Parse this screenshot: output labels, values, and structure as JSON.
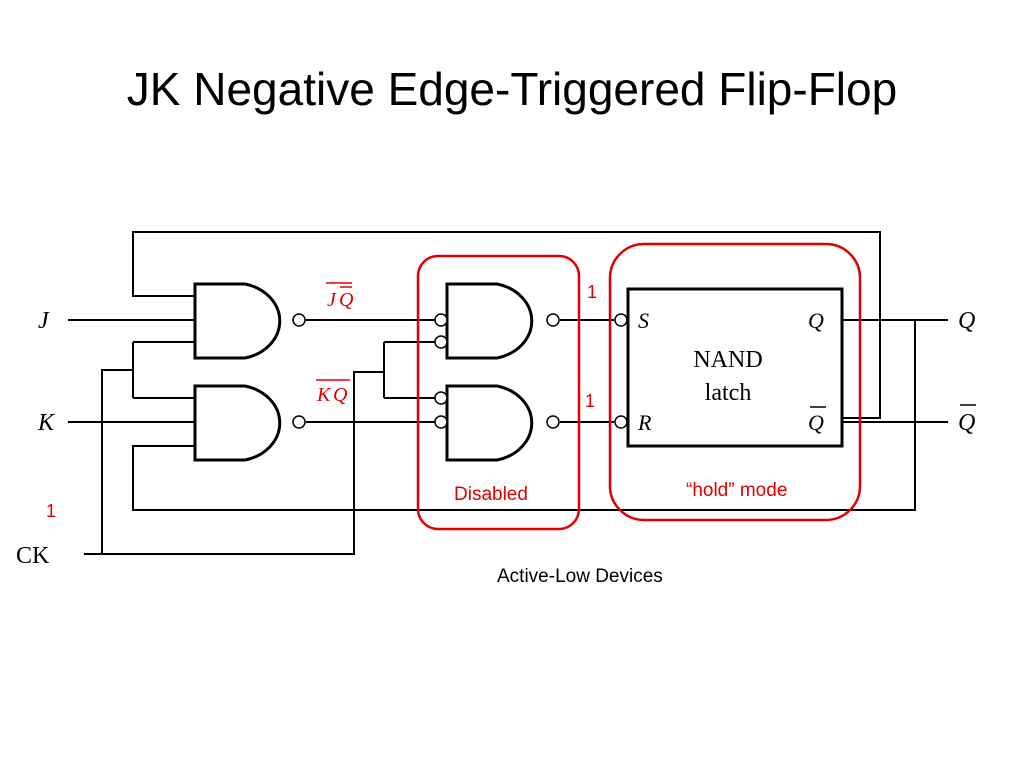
{
  "title": "JK Negative Edge-Triggered Flip-Flop",
  "inputs": {
    "j": "J",
    "k": "K",
    "ck": "CK"
  },
  "outputs": {
    "q": "Q",
    "q_bar": "Q"
  },
  "latch": {
    "line1": "NAND",
    "line2": "latch",
    "s": "S",
    "r": "R",
    "q": "Q",
    "q_bar": "Q"
  },
  "labels": {
    "jq_bar_j": "J",
    "jq_bar_q": "Q",
    "kq_bar_k": "K",
    "kq_bar_q": "Q",
    "one_s": "1",
    "one_r": "1",
    "one_ck": "1",
    "disabled": "Disabled",
    "hold_mode": "“hold” mode",
    "active_low": "Active-Low Devices"
  },
  "colors": {
    "highlight": "#e00000",
    "ink": "#000000"
  }
}
